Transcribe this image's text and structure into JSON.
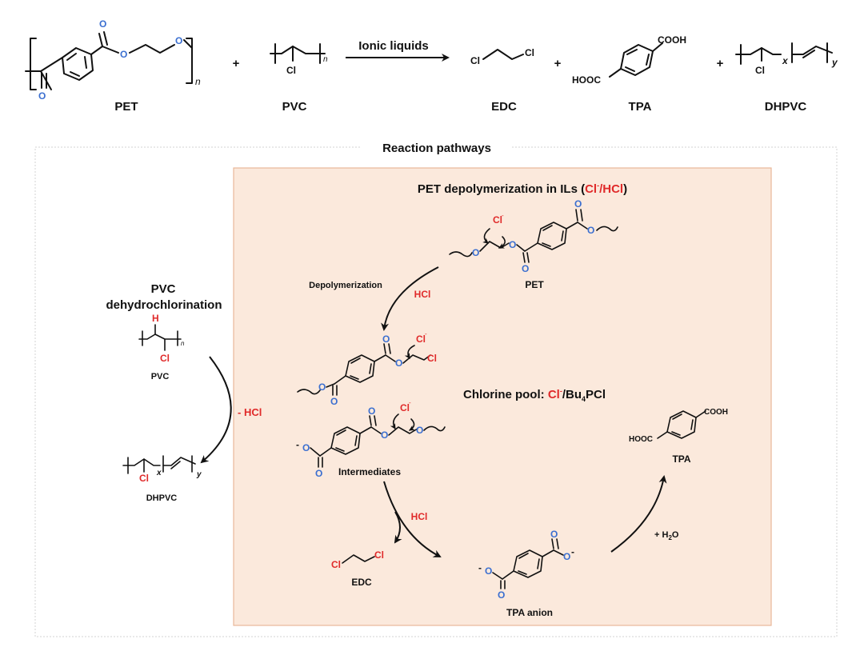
{
  "reaction": {
    "reactants": [
      "PET",
      "PVC"
    ],
    "condition": "Ionic liquids",
    "products": [
      "EDC",
      "TPA",
      "DHPVC"
    ],
    "plus": "+"
  },
  "atoms": {
    "oxygen": "O",
    "chlorine": "Cl",
    "chloride_ion": "Cl",
    "charge_neg": "-",
    "hydrogen": "H",
    "repeat_n": "n",
    "repeat_x": "x",
    "repeat_y": "y",
    "acid_right": "COOH",
    "acid_left": "HOOC"
  },
  "pathways": {
    "title": "Reaction pathways",
    "pvc": {
      "title_line1": "PVC",
      "title_line2": "dehydrochlorination",
      "reactant": "PVC",
      "step": "- HCl",
      "product": "DHPVC"
    },
    "pet": {
      "title_prefix": "PET depolymerization in ILs (",
      "title_cl": "Cl",
      "title_sup": "-",
      "title_hcl": "/HCl",
      "title_suffix": ")",
      "pet_label": "PET",
      "depolymerization": "Depolymerization",
      "hcl_1": "HCl",
      "intermediates": "Intermediates",
      "pool_prefix": "Chlorine pool: ",
      "pool_cl": "Cl",
      "pool_sup": "-",
      "pool_bu": "/Bu",
      "pool_sub": "4",
      "pool_pcl": "PCl",
      "hcl_2": "HCl",
      "edc": "EDC",
      "tpa_anion": "TPA anion",
      "water_plus": "+ H",
      "water_sub": "2",
      "water_o": "O",
      "tpa": "TPA"
    }
  },
  "colors": {
    "oxygen": "#3b6fd0",
    "chlorine": "#e02a2a",
    "panel_fill": "#fbe9dc",
    "panel_border": "#e8b79a",
    "frame_border": "#cfcfcf"
  }
}
